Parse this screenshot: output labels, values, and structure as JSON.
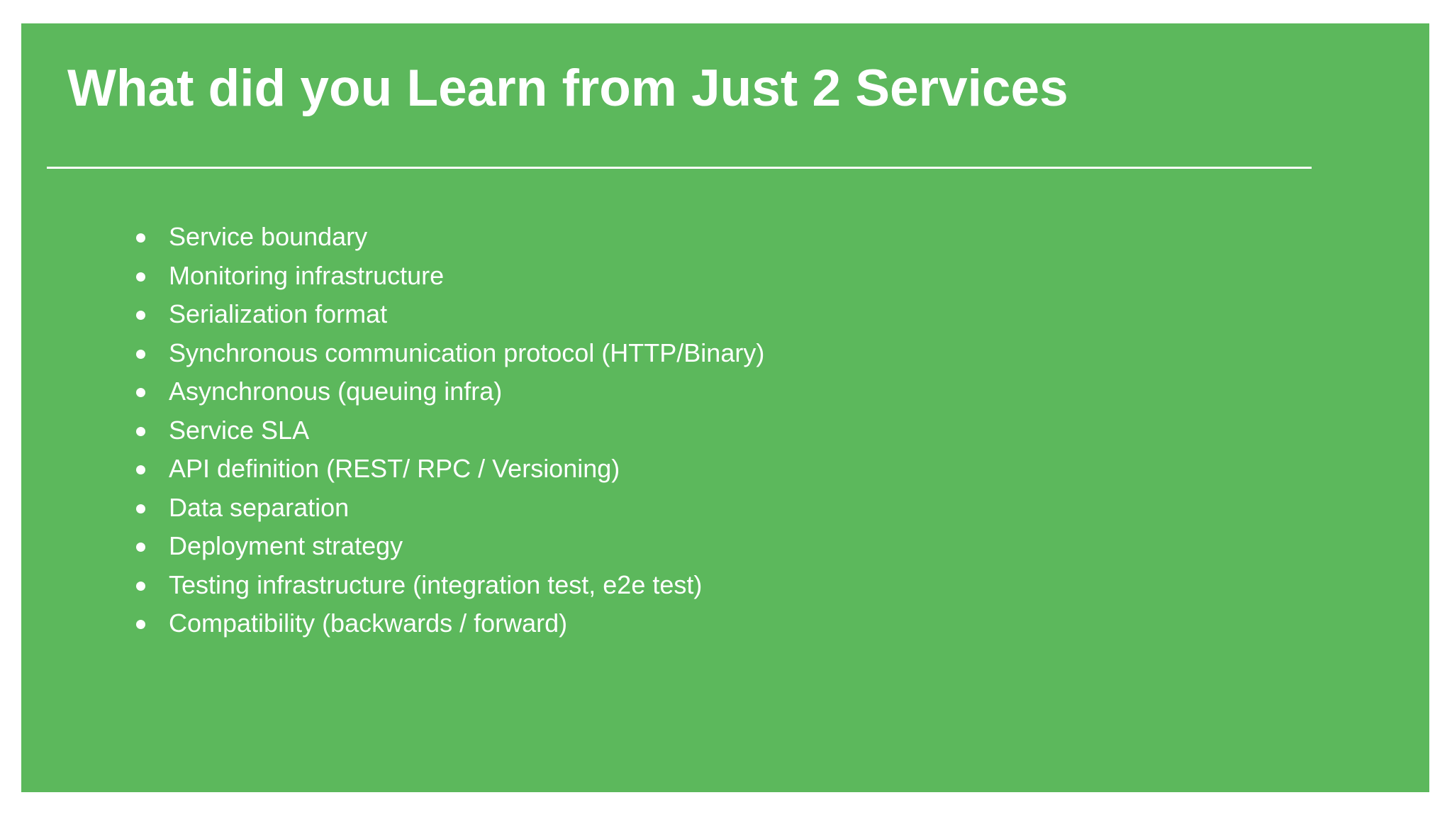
{
  "slide": {
    "title": "What did you Learn from Just 2 Services",
    "bullets": [
      "Service boundary",
      "Monitoring infrastructure",
      "Serialization format",
      "Synchronous communication protocol (HTTP/Binary)",
      "Asynchronous (queuing infra)",
      "Service SLA",
      "API definition (REST/ RPC / Versioning)",
      "Data separation",
      "Deployment strategy",
      "Testing infrastructure (integration test, e2e test)",
      "Compatibility (backwards / forward)"
    ]
  },
  "colors": {
    "page_background": "#ffffff",
    "slide_background": "#5cb85c",
    "divider": "#ffffff",
    "text": "#ffffff"
  }
}
